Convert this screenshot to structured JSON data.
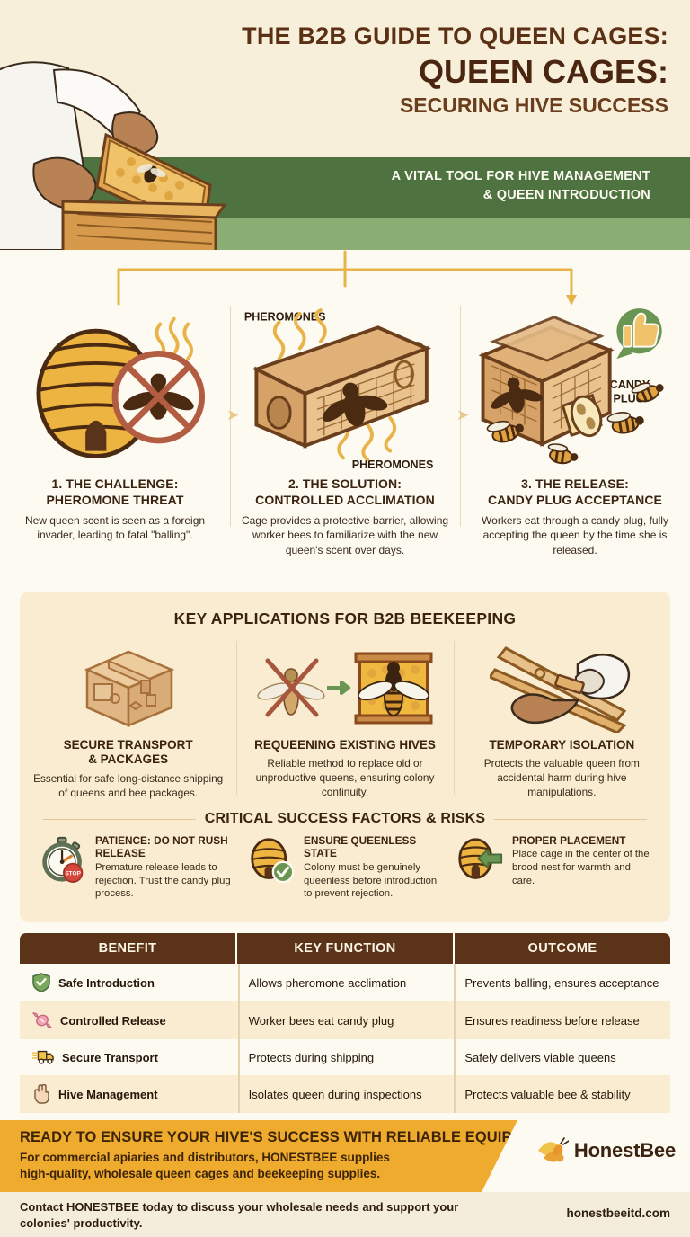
{
  "hero": {
    "title_line1": "THE B2B GUIDE TO QUEEN CAGES:",
    "title_line2": "QUEEN CAGES:",
    "title_line3": "SECURING HIVE SUCCESS",
    "subtitle_line1": "A VITAL TOOL FOR HIVE MANAGEMENT",
    "subtitle_line2": "& QUEEN INTRODUCTION",
    "image_alt": "beekeeper-holding-honeycomb-frame"
  },
  "steps": [
    {
      "title_line1": "1. THE CHALLENGE:",
      "title_line2": "PHEROMONE THREAT",
      "desc": "New queen scent is seen as a foreign invader, leading to fatal \"balling\".",
      "art": "beehive-with-no-bee-sign"
    },
    {
      "title_line1": "2. THE SOLUTION:",
      "title_line2": "CONTROLLED ACCLIMATION",
      "desc": "Cage provides a protective barrier, allowing worker bees to familiarize with the new queen's scent over days.",
      "art": "queen-cage-with-pheromones",
      "label_top": "PHEROMONES",
      "label_bottom": "PHEROMONES"
    },
    {
      "title_line1": "3. THE RELEASE:",
      "title_line2": "CANDY PLUG ACCEPTANCE",
      "desc": "Workers eat through a candy plug, fully accepting the queen by the time she is released.",
      "art": "queen-cage-with-candy-plug",
      "label_candy_line1": "CANDY",
      "label_candy_line2": "PLUG"
    }
  ],
  "applications": {
    "heading": "KEY APPLICATIONS FOR B2B BEEKEEPING",
    "items": [
      {
        "title_line1": "SECURE TRANSPORT",
        "title_line2": "& PACKAGES",
        "desc": "Essential for safe long-distance shipping of queens and bee packages.",
        "art": "cardboard-shipping-box-icon"
      },
      {
        "title_line1": "REQUEENING EXISTING HIVES",
        "title_line2": "",
        "desc": "Reliable method to replace old or unproductive queens, ensuring colony continuity.",
        "art": "old-queen-replaced-by-new-queen-icon"
      },
      {
        "title_line1": "TEMPORARY ISOLATION",
        "title_line2": "",
        "desc": "Protects the valuable queen from accidental harm during hive manipulations.",
        "art": "hand-holding-queen-cage-on-frame-icon"
      }
    ]
  },
  "risks": {
    "heading": "CRITICAL SUCCESS FACTORS & RISKS",
    "items": [
      {
        "title": "PATIENCE: DO NOT RUSH RELEASE",
        "desc": "Premature release leads to rejection. Trust the candy plug process.",
        "art": "stopwatch-with-stop-sign-icon"
      },
      {
        "title": "ENSURE QUEENLESS STATE",
        "desc": "Colony must be genuinely queenless before introduction to prevent rejection.",
        "art": "beehive-with-green-check-icon"
      },
      {
        "title": "PROPER PLACEMENT",
        "desc": "Place cage in the center of the brood nest for warmth and care.",
        "art": "beehive-with-green-arrow-icon"
      }
    ]
  },
  "table": {
    "headers": [
      "BENEFIT",
      "KEY FUNCTION",
      "OUTCOME"
    ],
    "rows": [
      {
        "icon": "green-shield-check-icon",
        "benefit": "Safe Introduction",
        "function": "Allows pheromone acclimation",
        "outcome": "Prevents balling, ensures acceptance"
      },
      {
        "icon": "pink-candy-icon",
        "benefit": "Controlled Release",
        "function": "Worker bees eat candy plug",
        "outcome": "Ensures readiness before release"
      },
      {
        "icon": "yellow-delivery-truck-icon",
        "benefit": "Secure Transport",
        "function": "Protects during shipping",
        "outcome": "Safely delivers viable queens"
      },
      {
        "icon": "raised-hand-icon",
        "benefit": "Hive Management",
        "function": "Isolates queen during inspections",
        "outcome": "Protects valuable bee & stability"
      }
    ]
  },
  "cta": {
    "heading": "READY TO ENSURE YOUR HIVE'S SUCCESS WITH RELIABLE EQUIPMENT?",
    "body_line1": "For commercial apiaries and distributors, HONESTBEE supplies",
    "body_line2": "high-quality, wholesale queen cages and beekeeping supplies.",
    "logo_text": "HonestBee",
    "logo_icon": "bee-logo-icon"
  },
  "footer": {
    "text": "Contact HONESTBEE today to discuss your wholesale needs and support your colonies' productivity.",
    "url": "honestbeeitd.com"
  },
  "colors": {
    "cream": "#fdfaf1",
    "hero_cream": "#f7efd9",
    "green_dark": "#4e7240",
    "green_light": "#8aad73",
    "brown_dark": "#5a3318",
    "brown_title": "#4a2510",
    "beige_card": "#faecd0",
    "amber": "#eeab2d",
    "honey": "#e8b44a"
  }
}
